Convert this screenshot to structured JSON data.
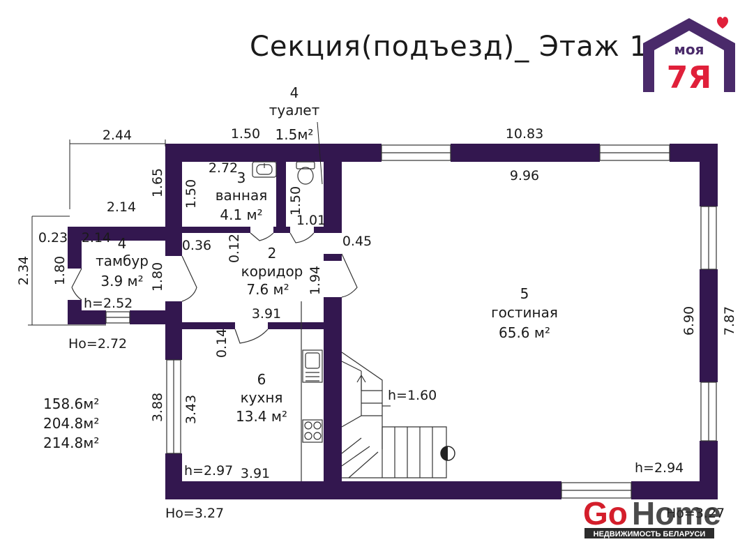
{
  "title": "Секция(подъезд)_ Этаж 1",
  "logo": {
    "top": "моя",
    "bottom": "7Я",
    "color": "#4a2a6a",
    "accent": "#e0203a"
  },
  "watermark": {
    "go": "Go",
    "home": "Home",
    "tagline": "НЕДВИЖИМОСТЬ БЕЛАРУСИ",
    "red": "#d41e2b",
    "dark": "#2c2c2c"
  },
  "colors": {
    "wall": "#33174f"
  },
  "rooms": {
    "toilet": {
      "number": "4",
      "name": "туалет",
      "area": "1.5м²"
    },
    "bath": {
      "number": "3",
      "name": "ванная",
      "area": "4.1 м²"
    },
    "vestibule": {
      "number": "4",
      "name": "тамбур",
      "area": "3.9 м²",
      "height": "h=2.52"
    },
    "corridor": {
      "number": "2",
      "name": "коридор",
      "area": "7.6 м²"
    },
    "living": {
      "number": "5",
      "name": "гостиная",
      "area": "65.6 м²",
      "height": "h=2.94"
    },
    "kitchen": {
      "number": "6",
      "name": "кухня",
      "area": "13.4 м²",
      "height": "h=2.97"
    }
  },
  "dimensions": {
    "porch_top": "2.44",
    "top_bath": "1.50",
    "top_total": "10.83",
    "porch_height": "1.65",
    "bath_width": "2.72",
    "bath_depth": "1.50",
    "toilet_depth": "1.50",
    "toilet_width": "1.01",
    "vestibule_top": "2.14",
    "vestibule_inner": "2.14",
    "offset_023": "0.23",
    "left_total": "2.34",
    "vestibule_left": "1.80",
    "vestibule_right": "1.80",
    "offset_036": "0.36",
    "offset_012": "0.12",
    "offset_045": "0.45",
    "corridor_side": "1.94",
    "corridor_width": "3.91",
    "offset_014": "0.14",
    "living_width": "9.96",
    "living_inner_h": "6.90",
    "living_total_h": "7.87",
    "kitchen_outer_h": "3.88",
    "kitchen_inner_h": "3.43",
    "kitchen_width": "3.91",
    "stair_height": "h=1.60"
  },
  "ho": {
    "left": "Ho=2.72",
    "bottom": "Ho=3.27",
    "right": "Ho=3.27"
  },
  "totals": [
    "158.6м²",
    "204.8м²",
    "214.8м²"
  ]
}
